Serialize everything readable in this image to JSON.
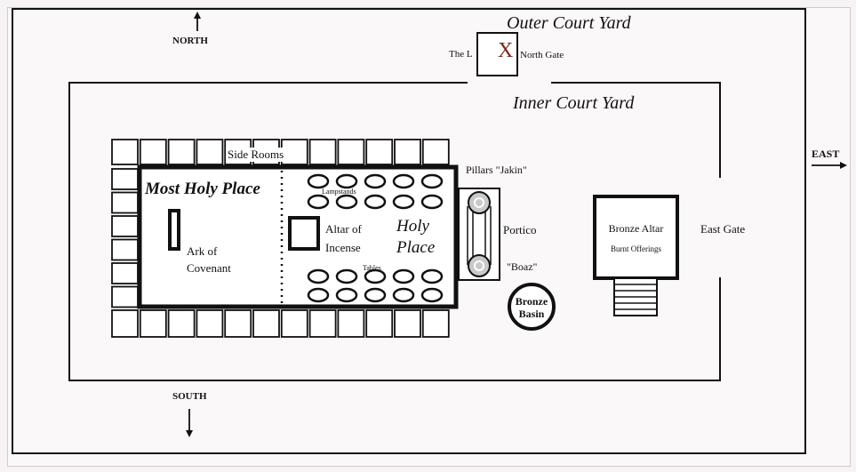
{
  "directions": {
    "north": "NORTH",
    "south": "SOUTH",
    "east": "EAST"
  },
  "outer_court": {
    "title": "Outer Court Yard",
    "gate_left": "The L",
    "gate_mark": "X",
    "gate_right": "North Gate"
  },
  "inner_court": {
    "title": "Inner Court Yard",
    "east_gate": "East Gate"
  },
  "temple": {
    "side_rooms": "Side Rooms",
    "most_holy_place": "Most Holy Place",
    "ark_line1": "Ark of",
    "ark_line2": "Covenant",
    "holy_place_line1": "Holy",
    "holy_place_line2": "Place",
    "altar_incense_line1": "Altar of",
    "altar_incense_line2": "Incense",
    "lampstands": "Lampstands",
    "tables": "Tables"
  },
  "porch": {
    "pillar_jakin": "Pillars \"Jakin\"",
    "portico": "Portico",
    "pillar_boaz": "\"Boaz\""
  },
  "bronze_basin": {
    "line1": "Bronze",
    "line2": "Basin"
  },
  "bronze_altar": {
    "line1": "Bronze Altar",
    "line2": "Burnt Offerings"
  },
  "colors": {
    "ink": "#111111",
    "paper": "#fbf8fa",
    "pillar_gray": "#c9c9c9"
  }
}
